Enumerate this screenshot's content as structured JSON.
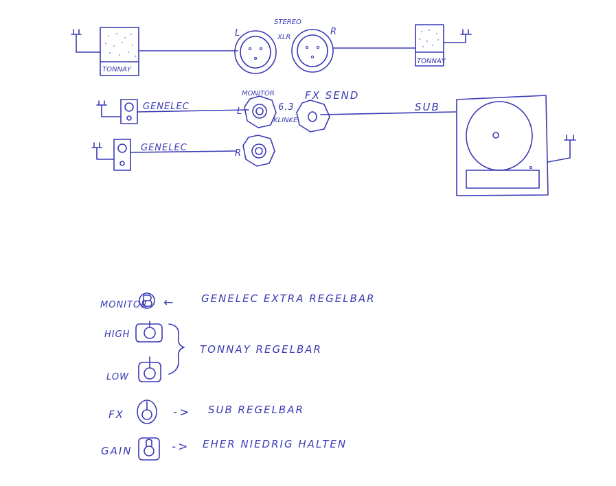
{
  "colors": {
    "ink": "#3a3ab5",
    "paper": "#ffffff"
  },
  "diagram": {
    "speaker_left_label": "TONNAY",
    "speaker_right_label": "TONNAY",
    "stereo_label": "STEREO",
    "xlr_label": "XLR",
    "xlr_left_mark": "L",
    "xlr_right_mark": "R",
    "monitor_label": "MONITOR",
    "jack_size_label": "6.3",
    "jack_type_label": "KLINKE",
    "monitor_left_mark": "L",
    "monitor_right_mark": "R",
    "fx_send_label": "FX SEND",
    "genelec_top_label": "GENELEC",
    "genelec_bottom_label": "GENELEC",
    "sub_label": "SUB"
  },
  "legend": {
    "monitor": {
      "name": "MONITOR",
      "arrow": "←",
      "description": "GENELEC EXTRA REGELBAR"
    },
    "high": {
      "name": "HIGH"
    },
    "low": {
      "name": "LOW"
    },
    "tonnay_description": "TONNAY REGELBAR",
    "fx": {
      "name": "FX",
      "arrow": "->",
      "description": "SUB REGELBAR"
    },
    "gain": {
      "name": "GAIN",
      "arrow": "->",
      "description": "EHER NIEDRIG HALTEN"
    }
  }
}
